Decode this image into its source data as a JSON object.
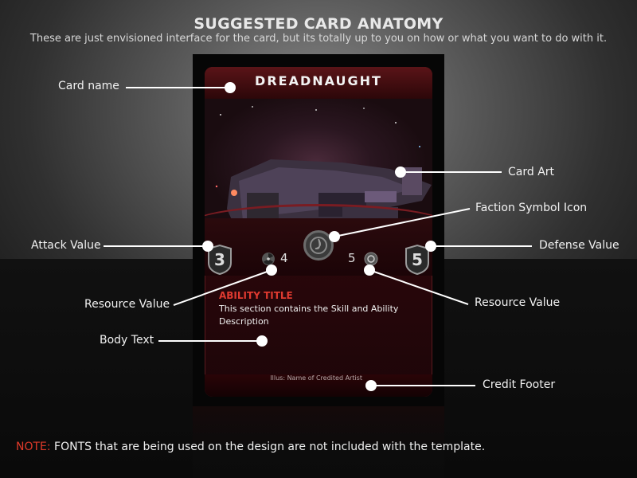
{
  "header": {
    "title": "SUGGESTED CARD ANATOMY",
    "subtitle": "These are just envisioned interface for the card, but its totally up to you on how or what you want to do with it."
  },
  "card": {
    "name": "DREADNAUGHT",
    "attack": "3",
    "defense": "5",
    "resource_left": "4",
    "resource_right": "5",
    "ability_title": "ABILITY TITLE",
    "ability_text": "This section contains the Skill and Ability Description",
    "credit": "Illus: Name of Credited Artist"
  },
  "annotations": {
    "card_name": "Card name",
    "card_art": "Card Art",
    "faction_symbol": "Faction Symbol Icon",
    "attack_value": "Attack Value",
    "defense_value": "Defense Value",
    "resource_value_left": "Resource Value",
    "resource_value_right": "Resource Value",
    "body_text": "Body Text",
    "credit_footer": "Credit Footer"
  },
  "note": {
    "prefix": "NOTE:",
    "text": " FONTS that are being used on the design are not included with the template."
  },
  "colors": {
    "accent_red": "#e03a30",
    "card_red": "#3a0c10"
  }
}
